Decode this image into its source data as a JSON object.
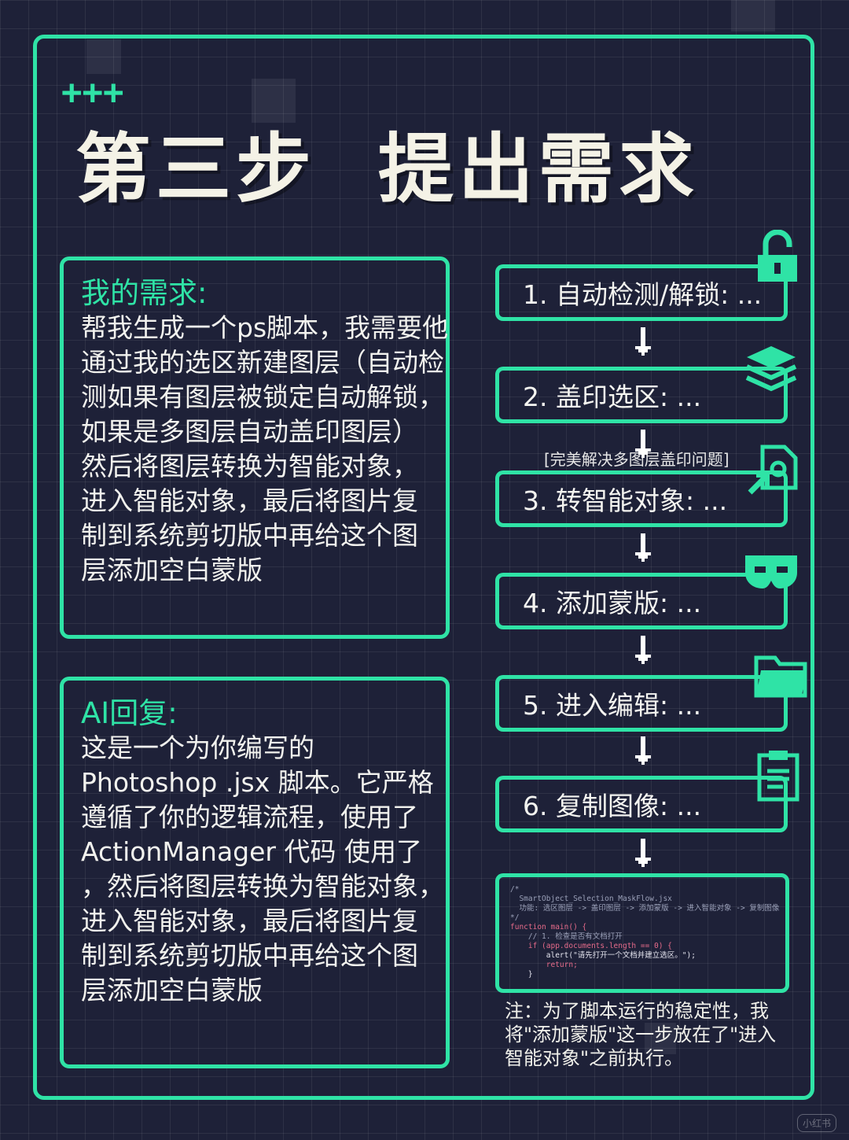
{
  "title": "第三步  提出需求",
  "decor": {
    "plus_signs": "+++"
  },
  "my_request": {
    "heading": "我的需求:",
    "lines": [
      "帮我生成一个ps脚本，我需要他",
      "通过我的选区新建图层（自动检",
      "测如果有图层被锁定自动解锁，",
      "如果是多图层自动盖印图层）",
      "然后将图层转换为智能对象，",
      "进入智能对象，最后将图片复",
      "制到系统剪切版中再给这个图",
      "层添加空白蒙版"
    ]
  },
  "ai_reply": {
    "heading": "AI回复:",
    "lines": [
      "这是一个为你编写的",
      "Photoshop .jsx 脚本。它严格",
      "遵循了你的逻辑流程，使用了",
      "ActionManager 代码  使用了",
      "，然后将图层转换为智能对象，",
      "进入智能对象，最后将图片复",
      "制到系统剪切版中再给这个图",
      "层添加空白蒙版"
    ]
  },
  "steps": [
    {
      "label": "1. 自动检测/解锁: ...",
      "icon": "unlock-icon"
    },
    {
      "label": "2. 盖印选区: ...",
      "icon": "layers-icon"
    },
    {
      "label": "3. 转智能对象: ...",
      "icon": "file-export-icon"
    },
    {
      "label": "4. 添加蒙版: ...",
      "icon": "mask-icon"
    },
    {
      "label": "5. 进入编辑: ...",
      "icon": "folder-icon"
    },
    {
      "label": "6. 复制图像: ...",
      "icon": "clipboard-icon"
    }
  ],
  "step2_note": "[完美解决多图层盖印问题]",
  "code_snippet": {
    "lines": [
      "/*",
      "  SmartObject_Selection_MaskFlow.jsx",
      "  功能: 选区图层 -> 盖印图层 -> 添加蒙版 -> 进入智能对象 -> 复制图像",
      "*/",
      "",
      "function main() {",
      "    // 1. 检查是否有文档打开",
      "    if (app.documents.length == 0) {",
      "        alert(\"请先打开一个文档并建立选区。\");",
      "        return;",
      "    }"
    ]
  },
  "note": {
    "lines": [
      "注：为了脚本运行的稳定性，我",
      "将\"添加蒙版\"这一步放在了\"进入",
      "智能对象\"之前执行。"
    ]
  },
  "watermark": "小红书",
  "colors": {
    "accent": "#2fe3a6",
    "background": "#1e2138",
    "title": "#f4f2e6"
  }
}
